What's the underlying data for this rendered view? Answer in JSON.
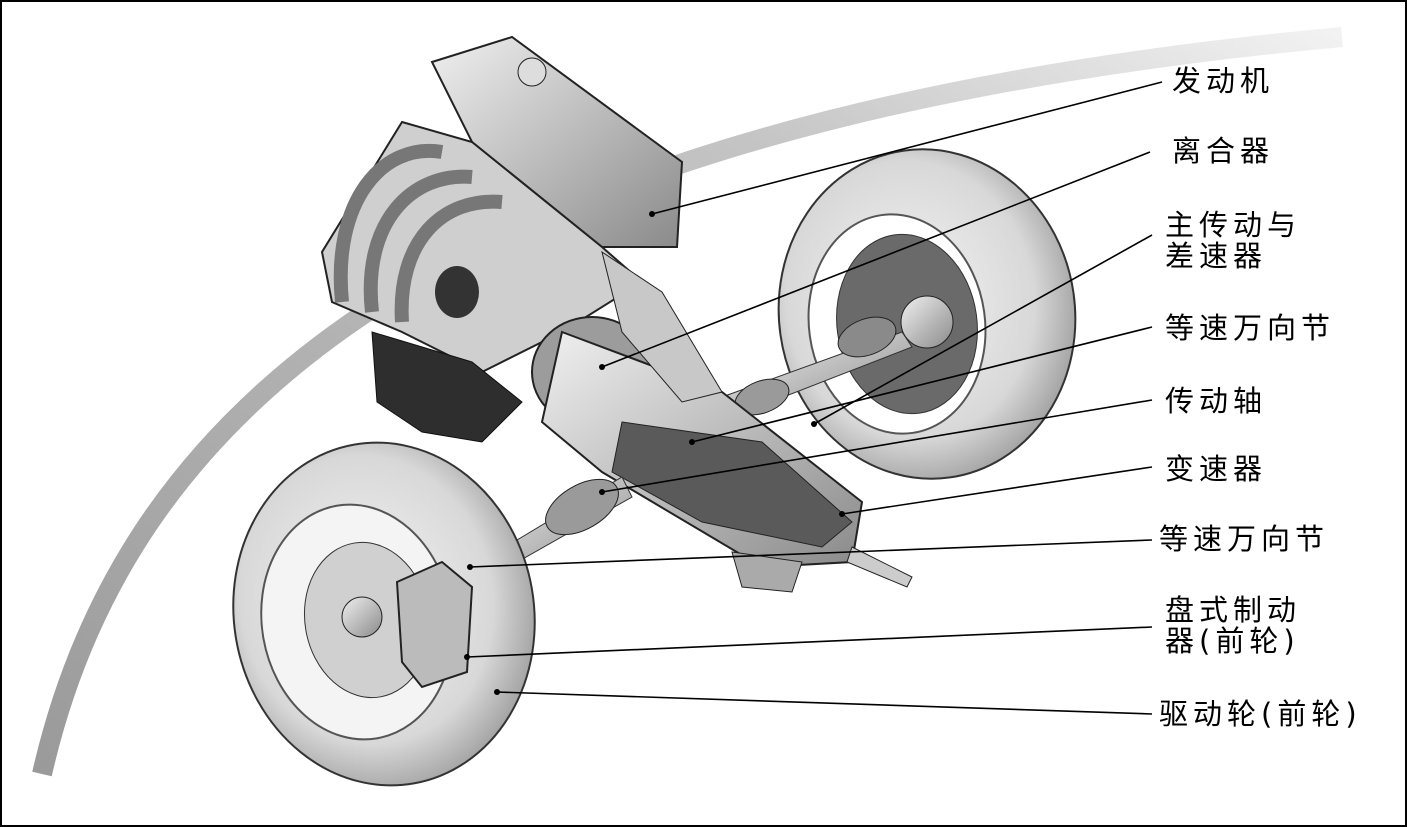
{
  "diagram": {
    "labels": {
      "engine": "发动机",
      "clutch": "离合器",
      "final_drive_line1": "主传动与",
      "final_drive_line2": "差速器",
      "cv_joint_upper": "等速万向节",
      "drive_shaft": "传动轴",
      "transmission": "变速器",
      "cv_joint_lower": "等速万向节",
      "disc_brake_line1": "盘式制动",
      "disc_brake_line2": "器(前轮)",
      "drive_wheel": "驱动轮(前轮)"
    }
  }
}
